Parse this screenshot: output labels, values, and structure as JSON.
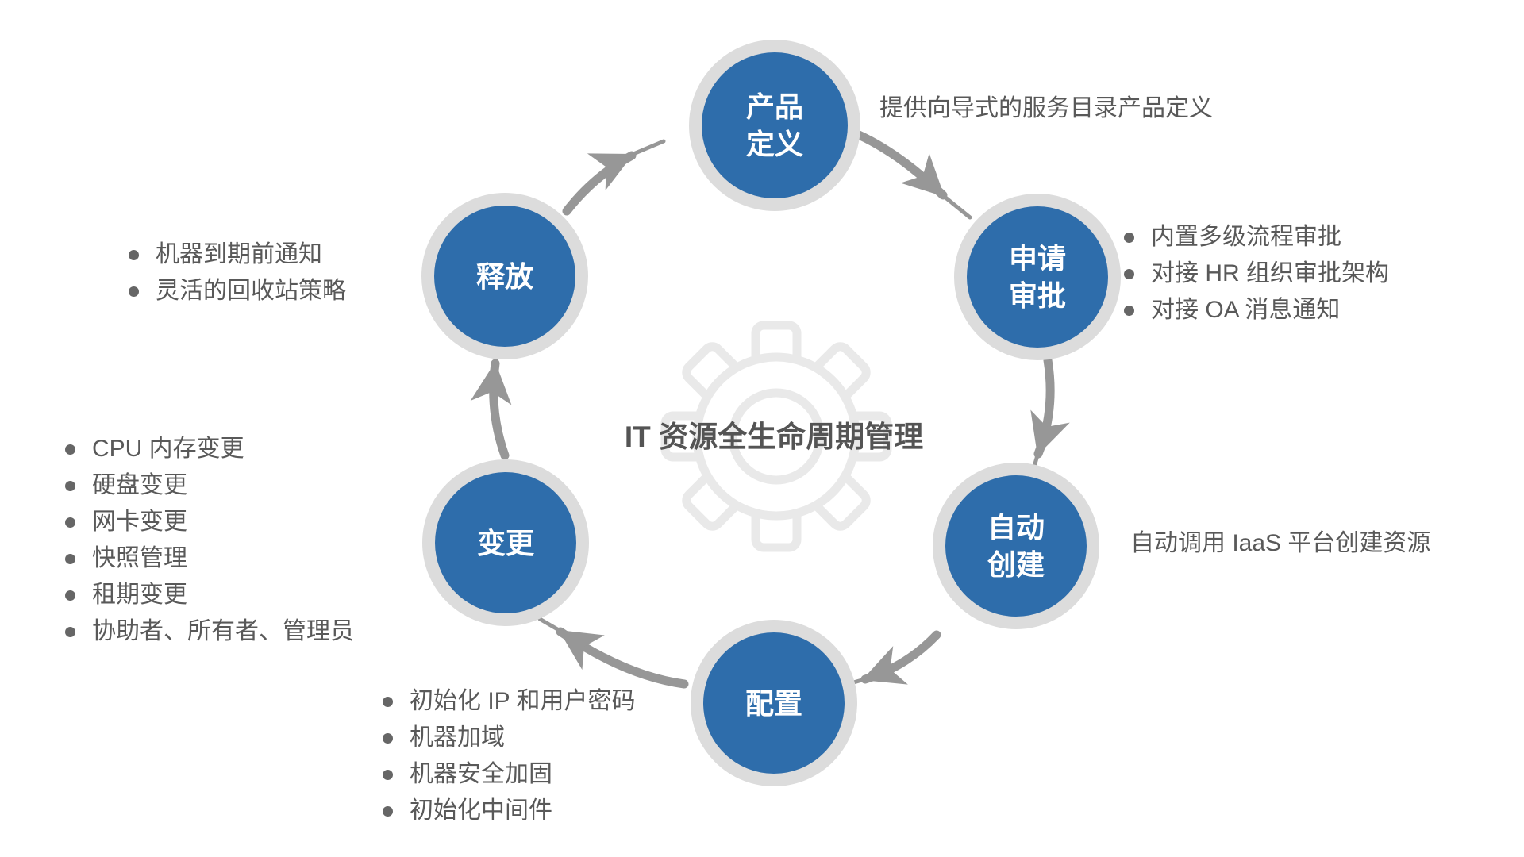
{
  "center": {
    "title": "IT 资源全生命周期管理",
    "icon": "gear-icon"
  },
  "nodes": [
    {
      "id": "product-definition",
      "label_lines": [
        "产品",
        "定义"
      ],
      "annotation": {
        "style": "plain",
        "items": [
          "提供向导式的服务目录产品定义"
        ]
      }
    },
    {
      "id": "application-approval",
      "label_lines": [
        "申请",
        "审批"
      ],
      "annotation": {
        "style": "bullets",
        "items": [
          "内置多级流程审批",
          "对接 HR 组织审批架构",
          "对接 OA 消息通知"
        ]
      }
    },
    {
      "id": "auto-creation",
      "label_lines": [
        "自动",
        "创建"
      ],
      "annotation": {
        "style": "plain",
        "items": [
          "自动调用 IaaS 平台创建资源"
        ]
      }
    },
    {
      "id": "configuration",
      "label_lines": [
        "配置"
      ],
      "annotation": {
        "style": "bullets",
        "items": [
          "初始化 IP 和用户密码",
          "机器加域",
          "机器安全加固",
          "初始化中间件"
        ]
      }
    },
    {
      "id": "change",
      "label_lines": [
        "变更"
      ],
      "annotation": {
        "style": "bullets",
        "items": [
          "CPU 内存变更",
          "硬盘变更",
          "网卡变更",
          "快照管理",
          "租期变更",
          "协助者、所有者、管理员"
        ]
      }
    },
    {
      "id": "release",
      "label_lines": [
        "释放"
      ],
      "annotation": {
        "style": "bullets",
        "items": [
          "机器到期前通知",
          "灵活的回收站策略"
        ]
      }
    }
  ],
  "flow_order": [
    "产品定义",
    "申请审批",
    "自动创建",
    "配置",
    "变更",
    "释放"
  ],
  "colors": {
    "node_fill": "#2e6dab",
    "node_ring": "#dcdcdc",
    "node_text": "#ffffff",
    "arrow": "#979797",
    "annotation_text": "#595959",
    "title_text": "#545454",
    "gear_outline": "#e9e9e9",
    "background": "#ffffff"
  }
}
